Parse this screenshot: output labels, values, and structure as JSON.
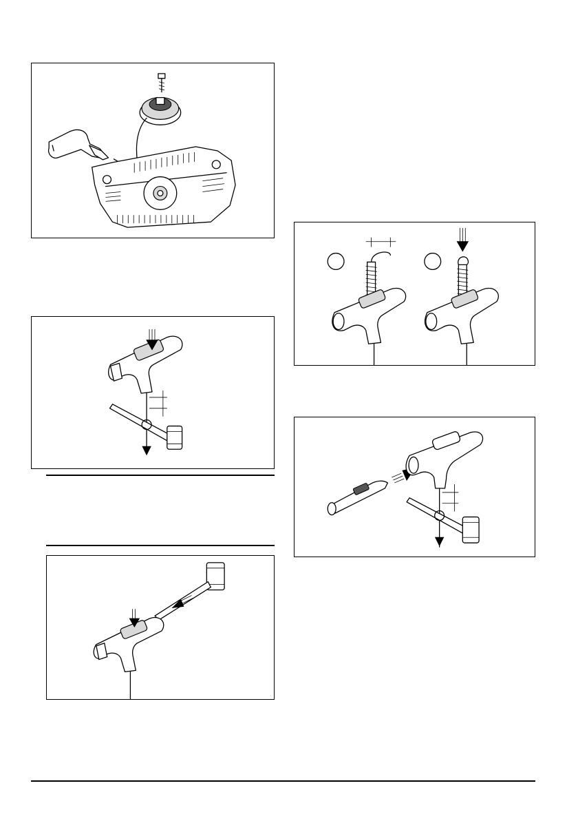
{
  "figures": [
    {
      "id": "fig-starter-assembly",
      "content": "illustration"
    },
    {
      "id": "fig-handle-measure",
      "content": "illustration"
    },
    {
      "id": "fig-handle-push-rope",
      "content": "illustration"
    },
    {
      "id": "fig-rope-knot",
      "content": "illustration",
      "callouts": [
        "",
        ""
      ]
    },
    {
      "id": "fig-handle-insert",
      "content": "illustration"
    }
  ]
}
